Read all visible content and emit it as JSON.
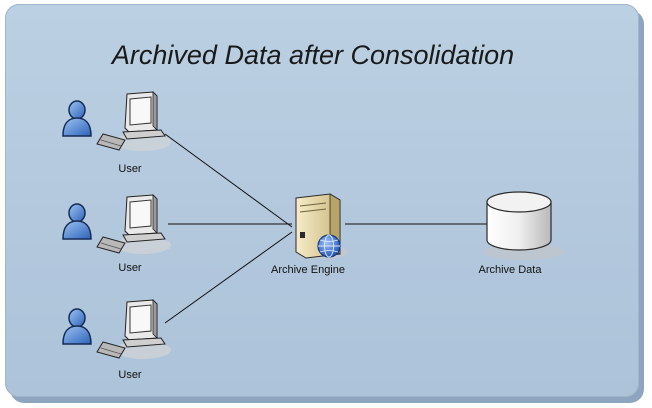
{
  "title": "Archived Data after Consolidation",
  "nodes": {
    "user_top": {
      "label": "User",
      "icon": "user-workstation-icon"
    },
    "user_mid": {
      "label": "User",
      "icon": "user-workstation-icon"
    },
    "user_bottom": {
      "label": "User",
      "icon": "user-workstation-icon"
    },
    "engine": {
      "label": "Archive Engine",
      "icon": "server-globe-icon"
    },
    "data": {
      "label": "Archive Data",
      "icon": "database-cylinder-icon"
    }
  },
  "edges": [
    {
      "from": "user_top",
      "to": "engine"
    },
    {
      "from": "user_mid",
      "to": "engine"
    },
    {
      "from": "user_bottom",
      "to": "engine"
    },
    {
      "from": "engine",
      "to": "data"
    }
  ],
  "colors": {
    "panel": "#b3c8dd",
    "user": "#3e78c8",
    "server": "#e6d6a8",
    "globe": "#2f66c4"
  }
}
